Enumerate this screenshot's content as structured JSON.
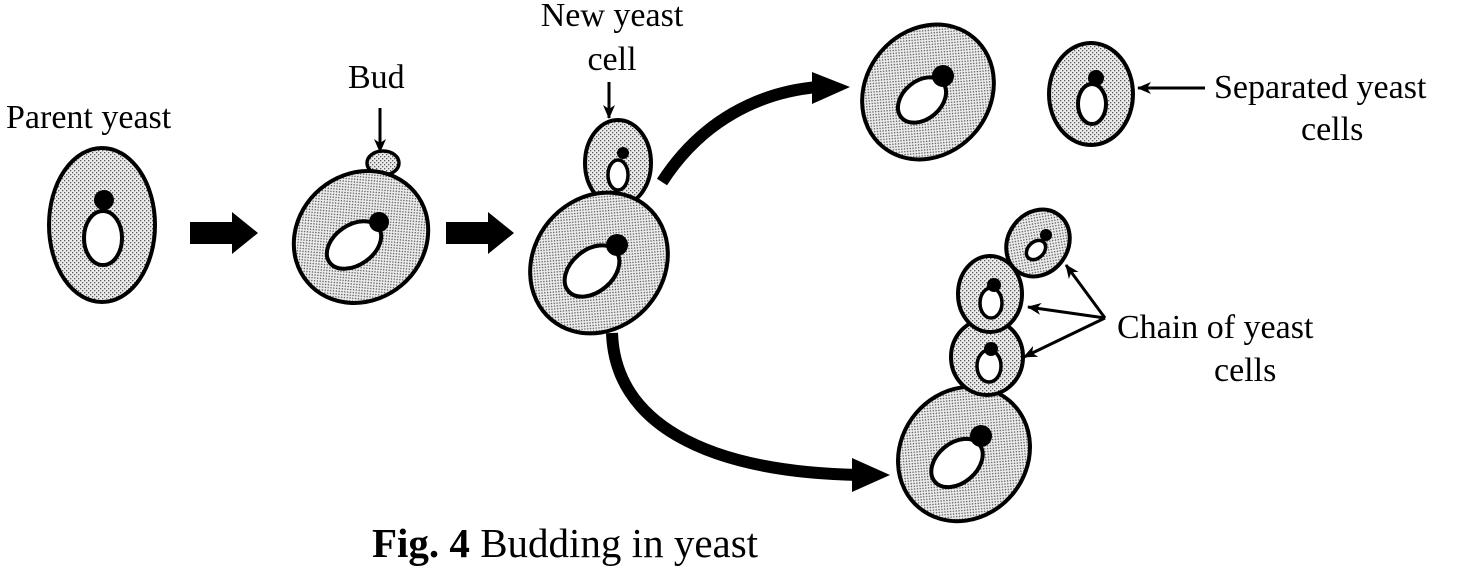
{
  "labels": {
    "parent_yeast": "Parent yeast",
    "bud": "Bud",
    "new_yeast_cell_line1": "New yeast",
    "new_yeast_cell_line2": "cell",
    "separated_line1": "Separated yeast",
    "separated_line2": "cells",
    "chain_line1": "Chain of yeast",
    "chain_line2": "cells"
  },
  "caption": {
    "fig_label": "Fig. 4",
    "text": "Budding in yeast"
  },
  "colors": {
    "stroke": "#000000",
    "cell_fill": "#d9d9d9",
    "background": "#ffffff"
  }
}
